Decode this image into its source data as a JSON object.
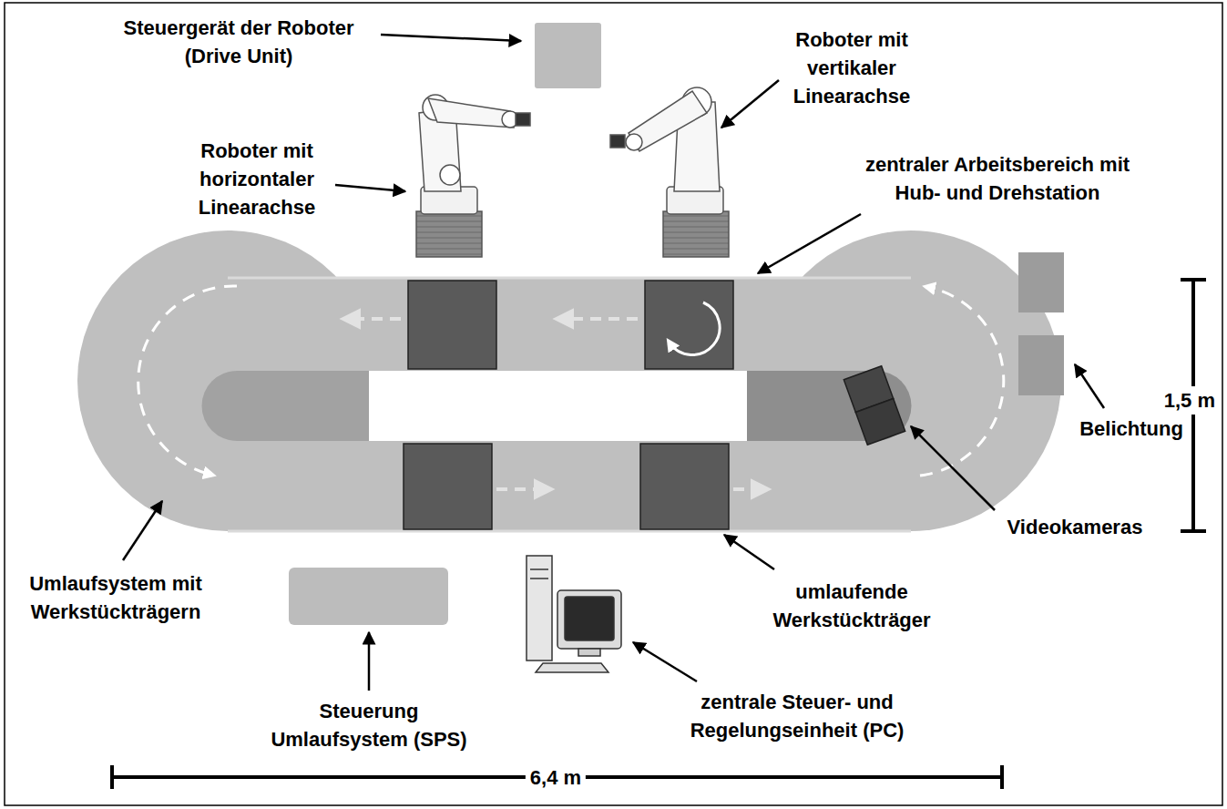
{
  "diagram": {
    "labels": [
      "Steuergerät der Roboter (Drive Unit)",
      "Roboter mit vertikaler Linearachse",
      "Roboter mit horizontaler Linearachse",
      "zentraler Arbeitsbereich mit Hub- und Drehstation",
      "Belichtung",
      "1,5 m",
      "Videokameras",
      "Umlaufsystem mit Werkstückträgern",
      "umlaufende Werkstückträger",
      "Steuerung Umlaufsystem (SPS)",
      "zentrale Steuer- und Regelungseinheit (PC)",
      "6,4 m"
    ]
  }
}
